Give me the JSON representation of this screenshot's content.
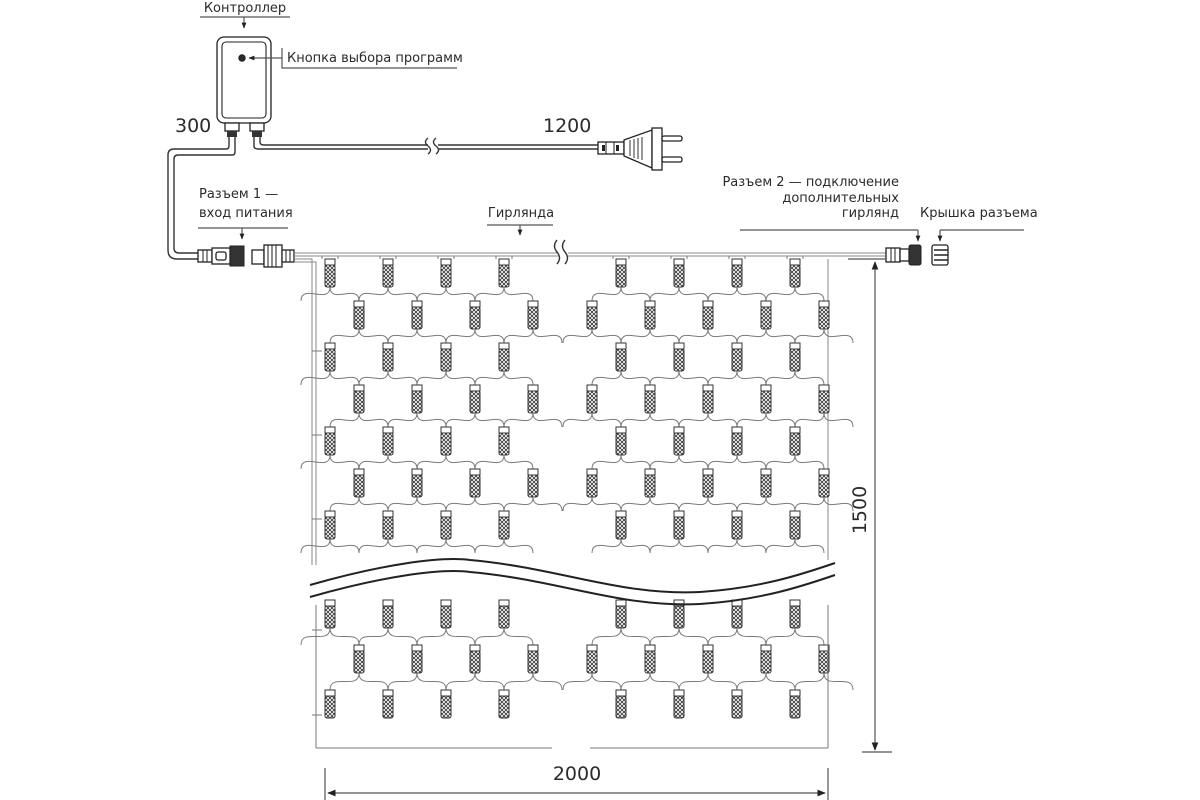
{
  "labels": {
    "controller": "Контроллер",
    "button": "Кнопка выбора программ",
    "connector1_line1": "Разъем 1 —",
    "connector1_line2": "вход питания",
    "garland": "Гирлянда",
    "connector2_line1": "Разъем 2 — подключение",
    "connector2_line2": "дополнительных",
    "connector2_line3": "гирлянд",
    "cap": "Крышка разъема"
  },
  "dimensions": {
    "cable_to_connector": "300",
    "cable_to_plug": "1200",
    "net_height": "1500",
    "net_width": "2000"
  },
  "net": {
    "columns_per_half": 4,
    "upper_rows": 7,
    "lower_rows": 3
  },
  "colors": {
    "ink": "#2b2b2b",
    "wire": "#7a7a7a",
    "background": "#ffffff"
  }
}
